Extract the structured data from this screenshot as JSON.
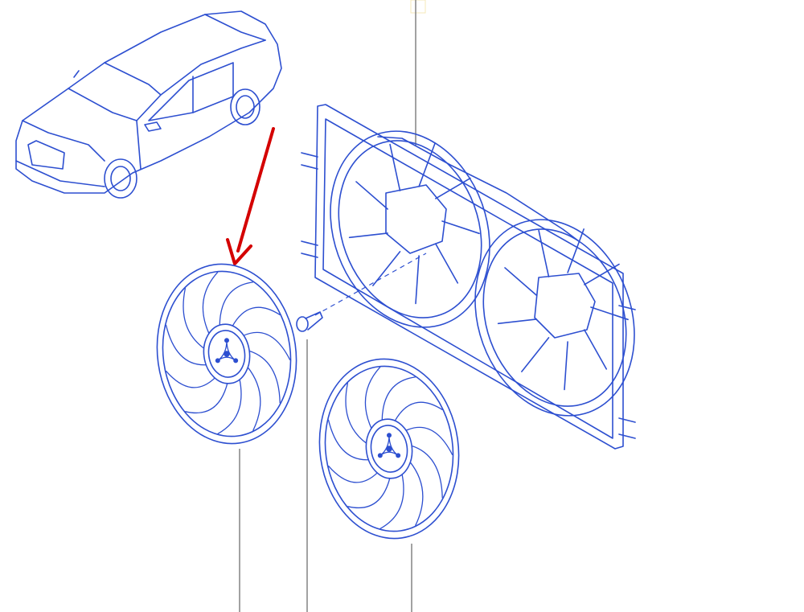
{
  "colors": {
    "line": "#2d4fd0",
    "arrow": "#d40000",
    "leader": "#8a8a8a",
    "background": "#ffffff"
  },
  "parts": [
    {
      "name": "vehicle-illustration"
    },
    {
      "name": "fan-shroud"
    },
    {
      "name": "cooling-fan",
      "highlighted": true
    },
    {
      "name": "mounting-screw"
    },
    {
      "name": "cooling-fan"
    }
  ]
}
